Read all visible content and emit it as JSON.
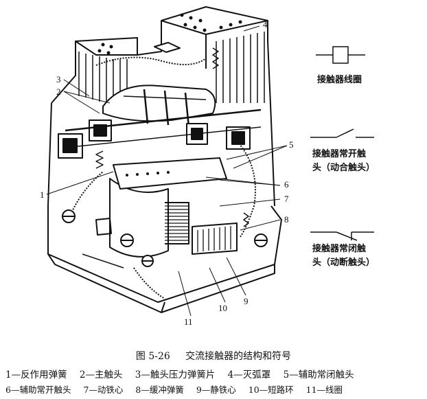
{
  "callouts": [
    "1",
    "2",
    "3",
    "4",
    "5",
    "6",
    "7",
    "8",
    "9",
    "10",
    "11"
  ],
  "symbols": {
    "coil": "接触器线圈",
    "no_contact_1": "接触器常开触",
    "no_contact_2": "头（动合触头）",
    "nc_contact_1": "接触器常闭触",
    "nc_contact_2": "头（动断触头）"
  },
  "caption": {
    "figure_no": "图 5-26",
    "title": "交流接触器的结构和符号"
  },
  "legend": {
    "row1": [
      "1—反作用弹簧",
      "2—主触头",
      "3—触头压力弹簧片",
      "4—灭弧罩",
      "5—辅助常闭触头"
    ],
    "row2": [
      "6—辅助常开触头",
      "7—动铁心",
      "8—缓冲弹簧",
      "9—静铁心",
      "10—短路环",
      "11—线圈"
    ]
  }
}
